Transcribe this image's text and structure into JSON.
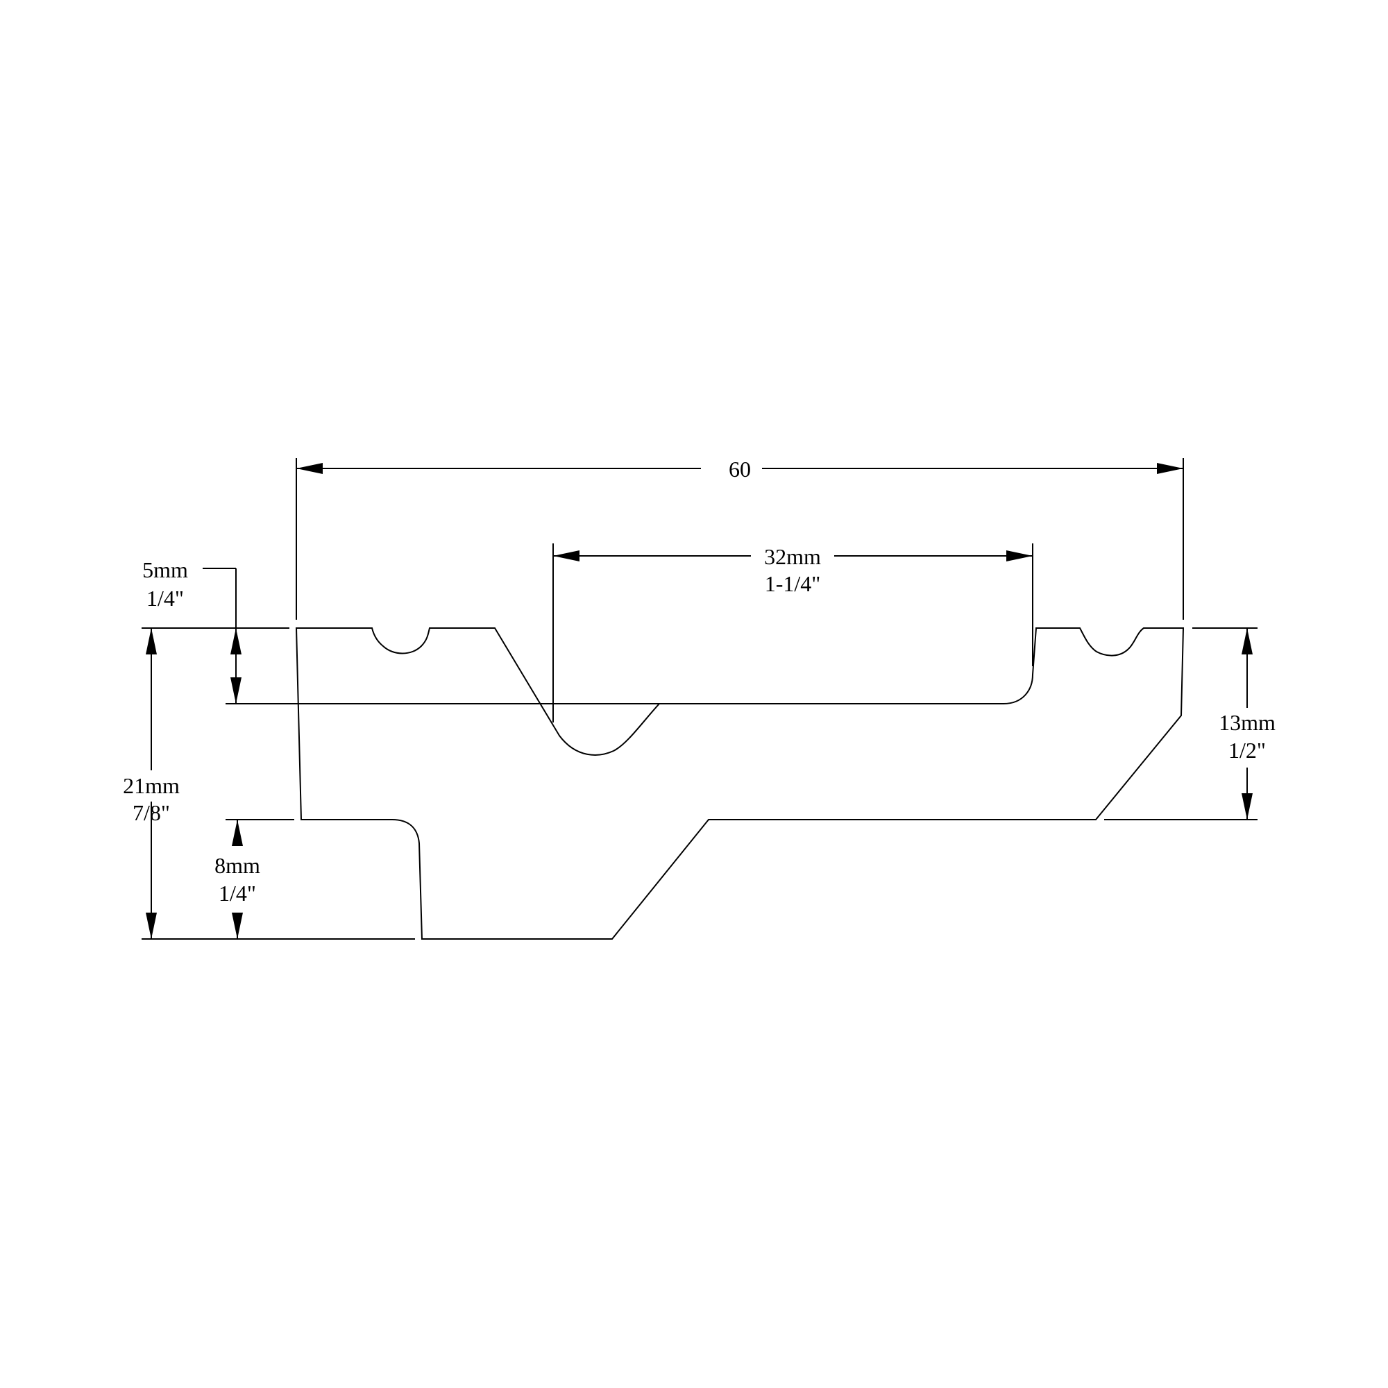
{
  "drawing": {
    "subject": "profile section with dimensions",
    "line_color": "#000000",
    "background_color": "#ffffff"
  },
  "dimensions": {
    "overall_width": {
      "text": "60"
    },
    "center_width": {
      "metric": "32mm",
      "imperial": "1-1/4\""
    },
    "top_step": {
      "metric": "5mm",
      "imperial": "1/4\""
    },
    "total_height": {
      "metric": "21mm",
      "imperial": "7/8\""
    },
    "base_height": {
      "metric": "8mm",
      "imperial": "1/4\""
    },
    "right_height": {
      "metric": "13mm",
      "imperial": "1/2\""
    }
  }
}
